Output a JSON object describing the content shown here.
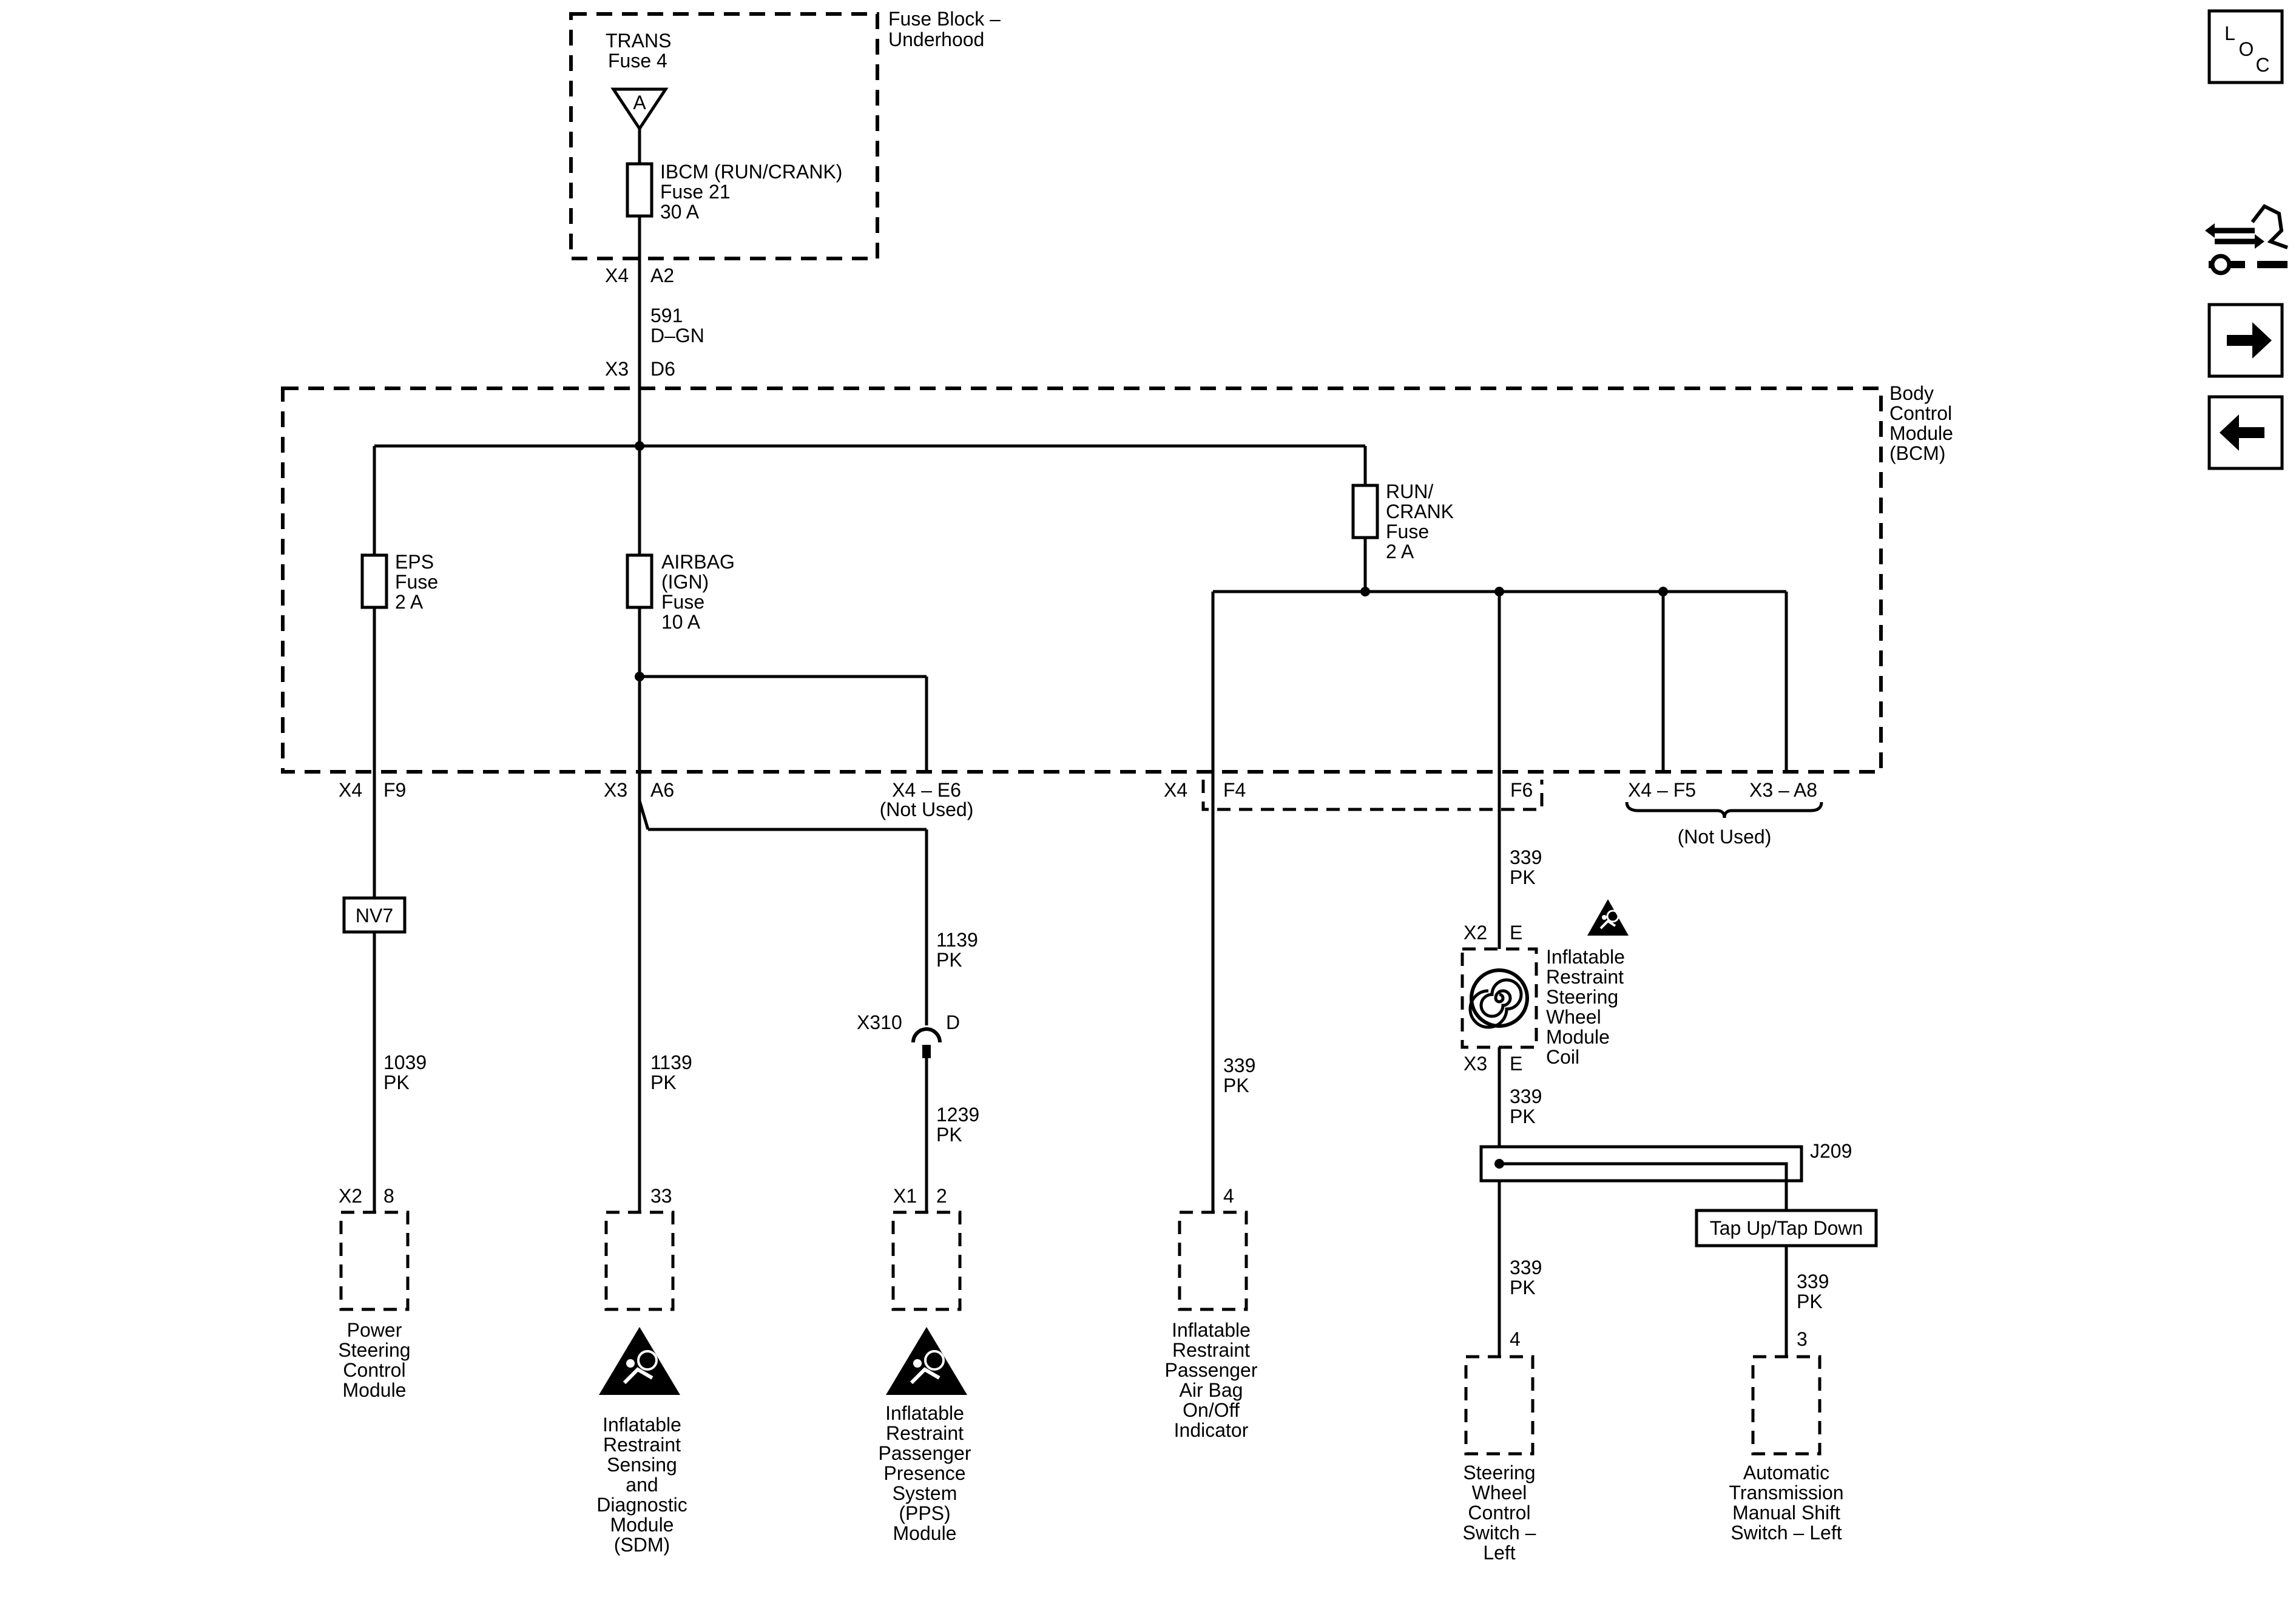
{
  "fuse_block": {
    "name": [
      "Fuse Block –",
      "Underhood"
    ],
    "trans_fuse": [
      "TRANS",
      "Fuse 4"
    ],
    "bus_letter": "A",
    "ibcm_fuse": [
      "IBCM (RUN/CRANK)",
      "Fuse 21",
      "30 A"
    ],
    "connector": "X4",
    "pin": "A2"
  },
  "feed_wire": {
    "circuit": "591",
    "color": "D–GN"
  },
  "bcm": {
    "name": [
      "Body",
      "Control",
      "Module",
      "(BCM)"
    ],
    "in_connector": "X3",
    "in_pin": "D6",
    "eps_fuse": [
      "EPS",
      "Fuse",
      "2 A"
    ],
    "airbag_fuse": [
      "AIRBAG",
      "(IGN)",
      "Fuse",
      "10 A"
    ],
    "run_crank_fuse": [
      "RUN/",
      "CRANK",
      "Fuse",
      "2 A"
    ]
  },
  "pins": {
    "eps": {
      "connector": "X4",
      "pin": "F9"
    },
    "airbag": {
      "connector": "X3",
      "pin": "A6"
    },
    "e6": {
      "label": "X4 – E6",
      "note": "(Not Used)"
    },
    "f4": {
      "connector": "X4",
      "pin": "F4"
    },
    "f6": {
      "pin": "F6"
    },
    "f5": {
      "label": "X4 – F5"
    },
    "a8": {
      "label": "X3 – A8"
    },
    "not_used": "(Not Used)"
  },
  "splice_nv7": "NV7",
  "x310": {
    "connector": "X310",
    "pin": "D"
  },
  "coil": {
    "top_connector": "X2",
    "top_pin": "E",
    "bottom_connector": "X3",
    "bottom_pin": "E",
    "name": [
      "Inflatable",
      "Restraint",
      "Steering",
      "Wheel",
      "Module",
      "Coil"
    ]
  },
  "splice_j209": "J209",
  "tap_box": "Tap Up/Tap Down",
  "wires": {
    "w1039": {
      "circuit": "1039",
      "color": "PK"
    },
    "w1139a": {
      "circuit": "1139",
      "color": "PK"
    },
    "w1139b": {
      "circuit": "1139",
      "color": "PK"
    },
    "w1239": {
      "circuit": "1239",
      "color": "PK"
    },
    "w339a": {
      "circuit": "339",
      "color": "PK"
    },
    "w339b": {
      "circuit": "339",
      "color": "PK"
    },
    "w339c": {
      "circuit": "339",
      "color": "PK"
    },
    "w339d": {
      "circuit": "339",
      "color": "PK"
    },
    "w339e": {
      "circuit": "339",
      "color": "PK"
    }
  },
  "components": {
    "psc": {
      "connector": "X2",
      "pin": "8",
      "name": [
        "Power",
        "Steering",
        "Control",
        "Module"
      ]
    },
    "sdm": {
      "pin": "33",
      "name": [
        "Inflatable",
        "Restraint",
        "Sensing",
        "and",
        "Diagnostic",
        "Module",
        "(SDM)"
      ]
    },
    "pps": {
      "connector": "X1",
      "pin": "2",
      "name": [
        "Inflatable",
        "Restraint",
        "Passenger",
        "Presence",
        "System",
        "(PPS)",
        "Module"
      ]
    },
    "pab": {
      "pin": "4",
      "name": [
        "Inflatable",
        "Restraint",
        "Passenger",
        "Air Bag",
        "On/Off",
        "Indicator"
      ]
    },
    "swc": {
      "pin": "4",
      "name": [
        "Steering",
        "Wheel",
        "Control",
        "Switch –",
        "Left"
      ]
    },
    "atm": {
      "pin": "3",
      "name": [
        "Automatic",
        "Transmission",
        "Manual Shift",
        "Switch – Left"
      ]
    }
  },
  "side_panel": {
    "loc": [
      "L",
      "O",
      "C"
    ],
    "icons": [
      "connector-tool-icon",
      "arrow-right-icon",
      "arrow-left-icon"
    ]
  }
}
